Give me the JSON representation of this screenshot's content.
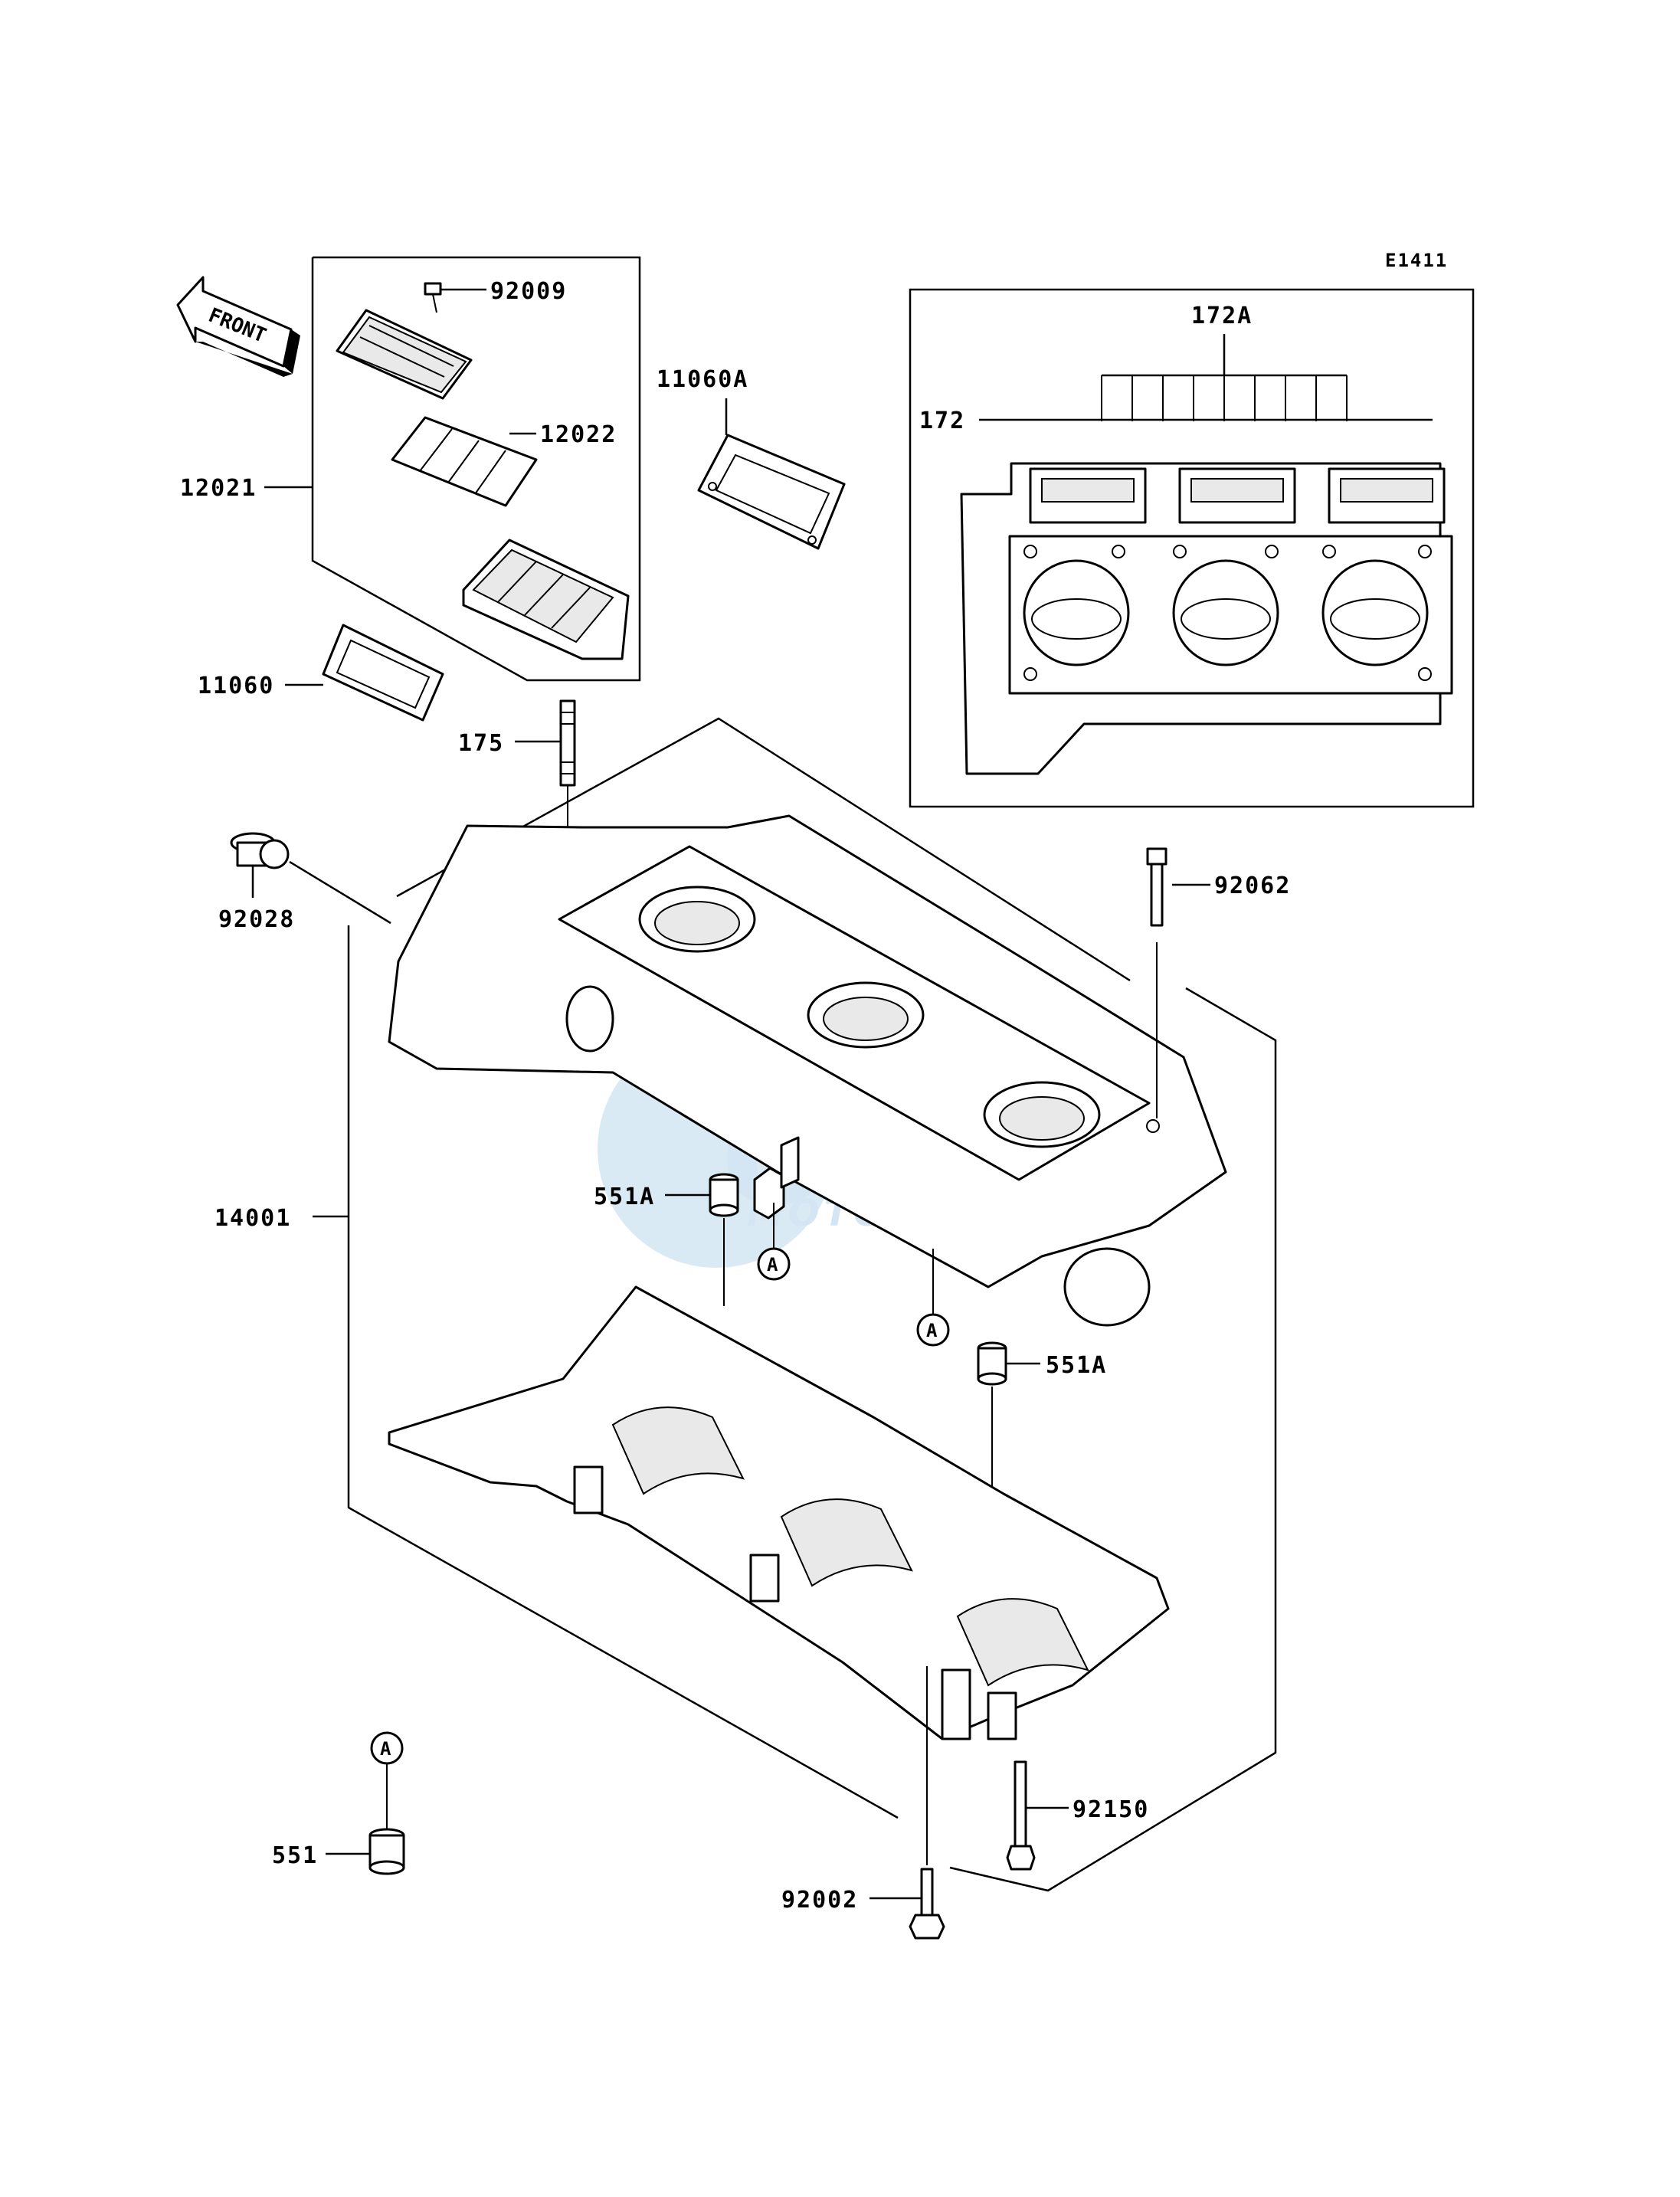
{
  "diagram_code": "E1411",
  "front_label": "FRONT",
  "callouts": {
    "p92009": "92009",
    "p12022": "12022",
    "p12021": "12021",
    "p11060A": "11060A",
    "p11060": "11060",
    "p175": "175",
    "p172A": "172A",
    "p172": "172",
    "p92028": "92028",
    "p92062": "92062",
    "p551A_left": "551A",
    "p14001": "14001",
    "p551A_right": "551A",
    "p92150": "92150",
    "p551": "551",
    "p92002": "92002"
  },
  "reference_markers": {
    "a1": "A",
    "a2": "A",
    "a3": "A"
  },
  "watermark": {
    "brand": "oem",
    "sub": "MOTORPARTS"
  }
}
